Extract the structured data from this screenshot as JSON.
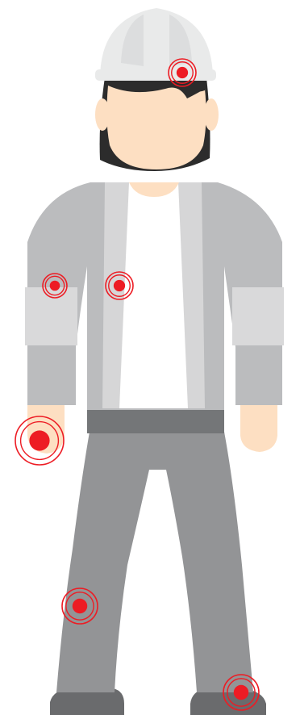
{
  "figure": {
    "subject": "worker",
    "colors": {
      "helmet": "#E9EAEA",
      "helmet_shade": "#DCDDDE",
      "skin": "#FDDFC2",
      "hair": "#2C2C2C",
      "shirt": "#FFFFFF",
      "jacket": "#BBBCBE",
      "jacket_lapel": "#D6D6D7",
      "jacket_cuff": "#D9D9DA",
      "belt": "#747678",
      "pants": "#939496",
      "shoes": "#6A6B6D",
      "marker": "#ED1C24"
    }
  },
  "markers": [
    {
      "name": "helmet-marker",
      "icon": "target-icon"
    },
    {
      "name": "left-elbow-marker",
      "icon": "target-icon"
    },
    {
      "name": "chest-marker",
      "icon": "target-icon"
    },
    {
      "name": "left-hand-marker",
      "icon": "target-icon"
    },
    {
      "name": "left-knee-marker",
      "icon": "target-icon"
    },
    {
      "name": "right-foot-marker",
      "icon": "target-icon"
    }
  ]
}
